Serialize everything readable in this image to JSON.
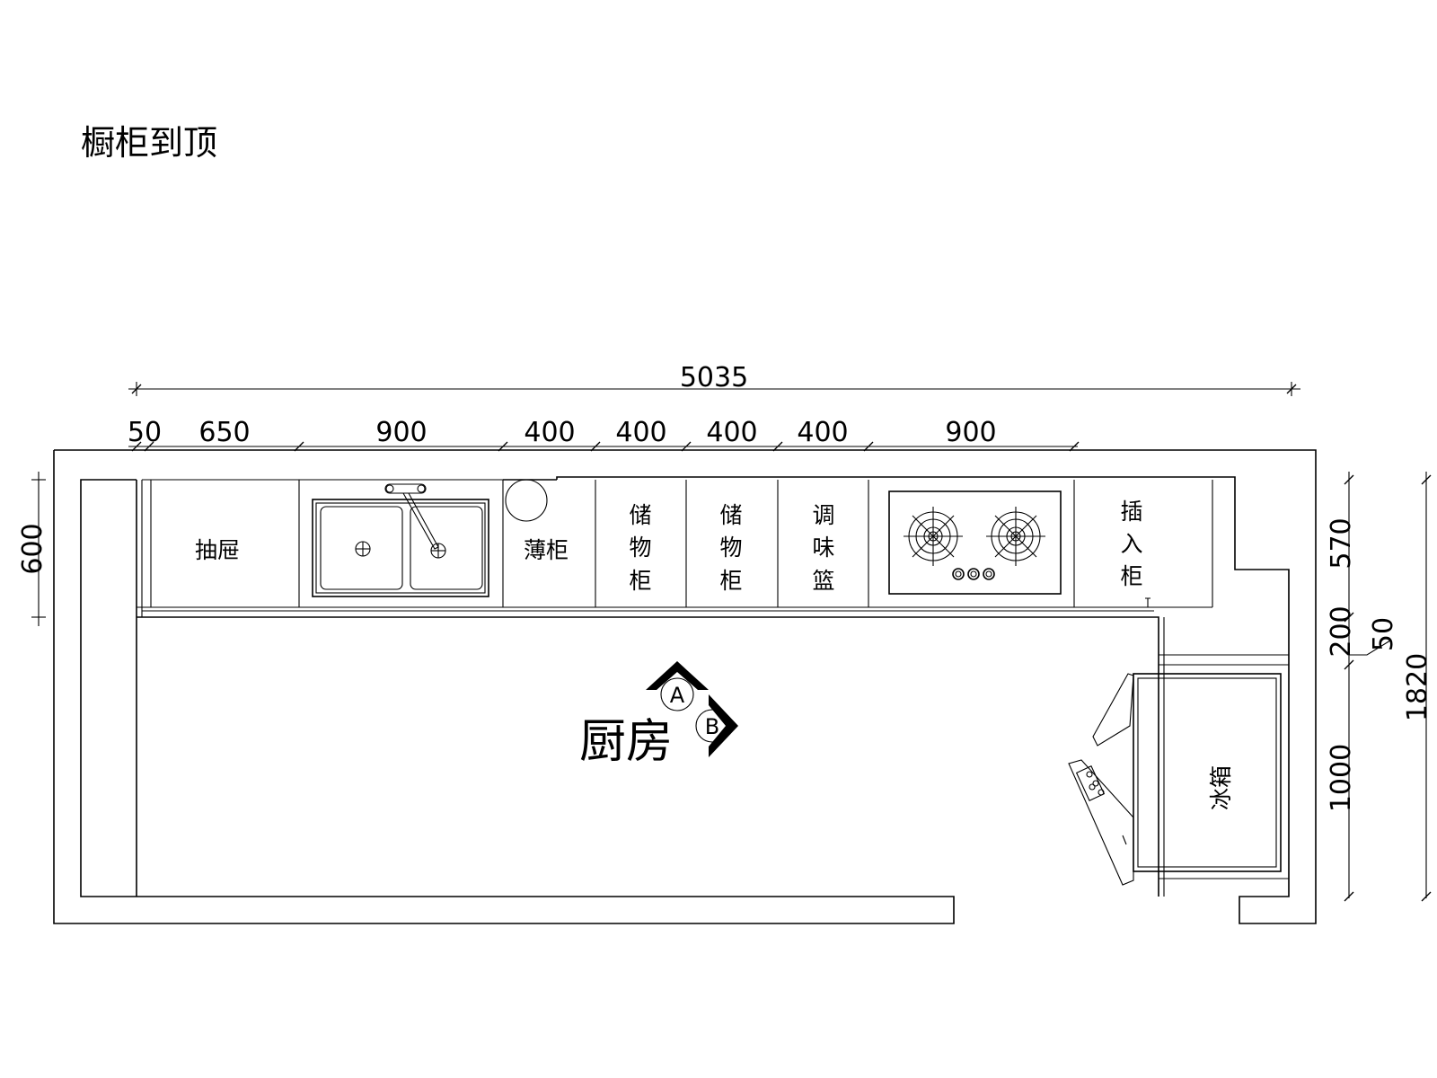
{
  "title": "橱柜到顶",
  "room_label": "厨房",
  "markers": {
    "a": "A",
    "b": "B"
  },
  "dimensions": {
    "overall_width": "5035",
    "top_segments": [
      "50",
      "650",
      "900",
      "400",
      "400",
      "400",
      "400",
      "900"
    ],
    "left_depth": "600",
    "right_segments": [
      "570",
      "200",
      "1000"
    ],
    "right_small": "50",
    "right_total": "1820"
  },
  "cabinets": {
    "drawer": "抽屉",
    "thin_cabinet": "薄柜",
    "storage_1": [
      "储",
      "物",
      "柜"
    ],
    "storage_2": [
      "储",
      "物",
      "柜"
    ],
    "spice_basket": [
      "调",
      "味",
      "篮"
    ],
    "insert_cabinet": [
      "插",
      "入",
      "柜"
    ],
    "fridge": "冰箱"
  }
}
